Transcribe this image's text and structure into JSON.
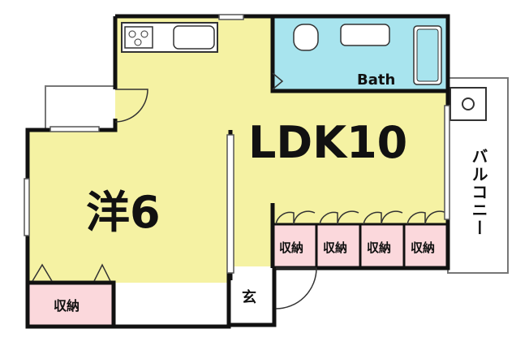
{
  "floorplan": {
    "rooms": {
      "ldk": {
        "label": "LDK10"
      },
      "western": {
        "label": "洋6"
      },
      "bath": {
        "label": "Bath"
      },
      "entrance": {
        "label": "玄"
      },
      "balcony": {
        "label": "バルコニー"
      }
    },
    "storage_label": "収納",
    "storage_units": [
      {
        "label": "収納"
      },
      {
        "label": "収納"
      },
      {
        "label": "収納"
      },
      {
        "label": "収納"
      },
      {
        "label": "収納"
      }
    ]
  },
  "colors": {
    "room_fill": "#f5f2a3",
    "bath_fill": "#a8e4ee",
    "storage_fill": "#fbd8dc",
    "wall": "#111111",
    "entrance_fill": "#ffffff"
  }
}
